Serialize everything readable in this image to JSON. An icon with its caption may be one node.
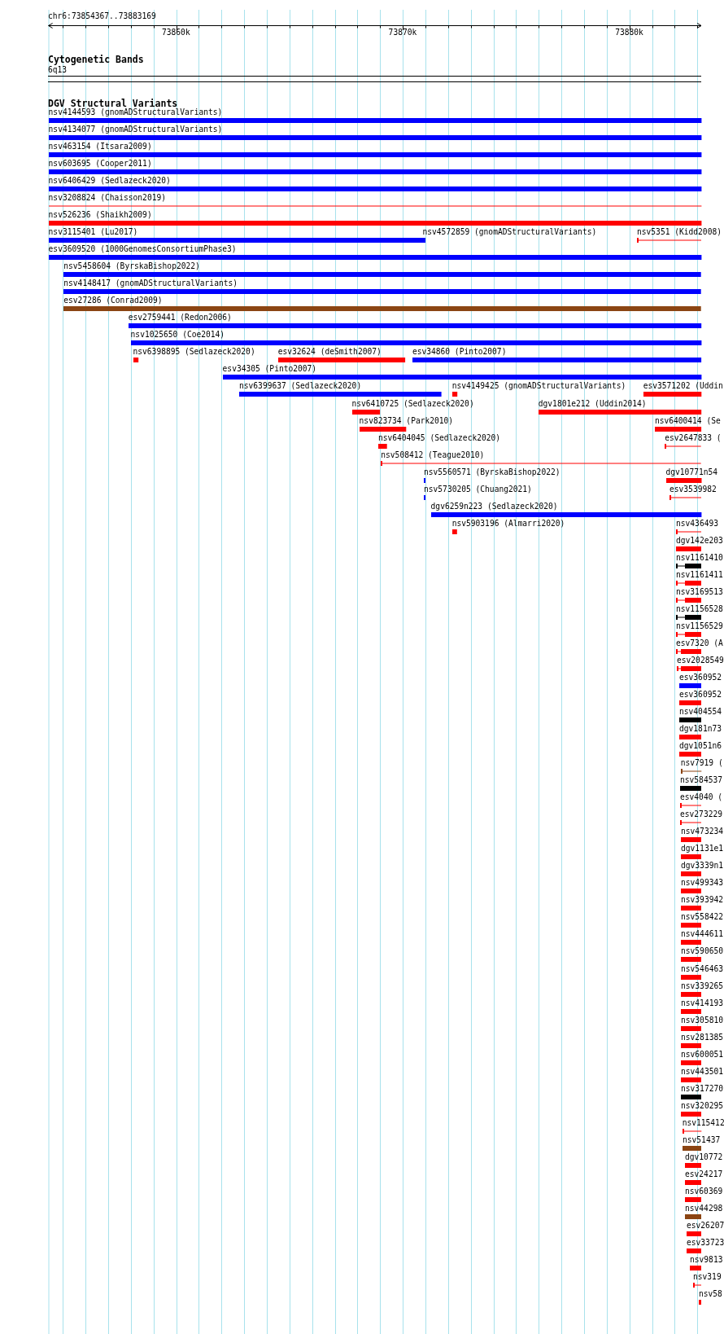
{
  "diagram": {
    "labels": [
      "chr6:73854367..73883169",
      "73860k",
      "73870k",
      "73880k",
      "Cytogenetic Bands",
      "DGV Structural Variants"
    ],
    "nodes": [
      {
        "text": [
          "6q13"
        ]
      },
      {
        "text": [
          "nsv4144593 (gnomADStructuralVariants)"
        ]
      },
      {
        "text": [
          "nsv4134077 (gnomADStructuralVariants)"
        ]
      },
      {
        "text": [
          "nsv463154 (Itsara2009)"
        ]
      },
      {
        "text": [
          "nsv603695 (Cooper2011)"
        ]
      },
      {
        "text": [
          "nsv6406429 (Sedlazeck2020)"
        ]
      },
      {
        "text": [
          "nsv3208824 (Chaisson2019)"
        ]
      },
      {
        "text": [
          "nsv526236 (Shaikh2009)"
        ]
      },
      {
        "text": [
          "nsv3115401 (Lu2017)"
        ]
      },
      {
        "text": [
          "nsv4572859 (gnomADStructuralVariants)"
        ]
      },
      {
        "text": [
          "nsv5351 (Kidd2008)"
        ]
      },
      {
        "text": [
          "esv3609520 (1000GenomesConsortiumPhase3)"
        ]
      },
      {
        "text": [
          "nsv5458604 (ByrskaBishop2022)"
        ]
      },
      {
        "text": [
          "nsv4148417 (gnomADStructuralVariants)"
        ]
      },
      {
        "text": [
          "esv27286 (Conrad2009)"
        ]
      },
      {
        "text": [
          "esv2759441 (Redon2006)"
        ]
      },
      {
        "text": [
          "nsv1025650 (Coe2014)"
        ]
      },
      {
        "text": [
          "nsv6398895 (Sedlazeck2020)"
        ]
      },
      {
        "text": [
          "esv32624 (deSmith2007)"
        ]
      },
      {
        "text": [
          "esv34860 (Pinto2007)"
        ]
      },
      {
        "text": [
          "esv34305 (Pinto2007)"
        ]
      },
      {
        "text": [
          "nsv6399637 (Sedlazeck2020)"
        ]
      },
      {
        "text": [
          "nsv4149425 (gnomADStructuralVariants)"
        ]
      },
      {
        "text": [
          "esv3571202 (Uddin"
        ]
      },
      {
        "text": [
          "nsv6410725 (Sedlazeck2020)"
        ]
      },
      {
        "text": [
          "dgv1801e212 (Uddin2014)"
        ]
      },
      {
        "text": [
          "nsv823734 (Park2010)"
        ]
      },
      {
        "text": [
          "nsv6400414 (Se"
        ]
      },
      {
        "text": [
          "nsv6404045 (Sedlazeck2020)"
        ]
      },
      {
        "text": [
          "esv2647833 ("
        ]
      },
      {
        "text": [
          "nsv508412 (Teague2010)"
        ]
      },
      {
        "text": [
          "nsv5560571 (ByrskaBishop2022)"
        ]
      },
      {
        "text": [
          "dgv10771n54"
        ]
      },
      {
        "text": [
          "nsv5730205 (Chuang2021)"
        ]
      },
      {
        "text": [
          "esv3539982"
        ]
      },
      {
        "text": [
          "dgv6259n223 (Sedlazeck2020)"
        ]
      },
      {
        "text": [
          "nsv5903196 (Almarri2020)"
        ]
      },
      {
        "text": [
          "nsv436493"
        ]
      },
      {
        "text": [
          "dgv142e203"
        ]
      },
      {
        "text": [
          "nsv1161410"
        ]
      },
      {
        "text": [
          "nsv1161411"
        ]
      },
      {
        "text": [
          "nsv3169513"
        ]
      },
      {
        "text": [
          "nsv1156528"
        ]
      },
      {
        "text": [
          "nsv1156529"
        ]
      },
      {
        "text": [
          "esv7320 (A"
        ]
      },
      {
        "text": [
          "esv2028549"
        ]
      },
      {
        "text": [
          "esv360952"
        ]
      },
      {
        "text": [
          "esv360952"
        ]
      },
      {
        "text": [
          "nsv404554"
        ]
      },
      {
        "text": [
          "dgv181n73"
        ]
      },
      {
        "text": [
          "dgv1051n6"
        ]
      },
      {
        "text": [
          "nsv7919 ("
        ]
      },
      {
        "text": [
          "nsv584537"
        ]
      },
      {
        "text": [
          "esv4040 ("
        ]
      },
      {
        "text": [
          "esv273229"
        ]
      },
      {
        "text": [
          "nsv473234"
        ]
      },
      {
        "text": [
          "dgv1131e1"
        ]
      },
      {
        "text": [
          "dgv3339n1"
        ]
      },
      {
        "text": [
          "nsv499343"
        ]
      },
      {
        "text": [
          "nsv393942"
        ]
      },
      {
        "text": [
          "nsv558422"
        ]
      },
      {
        "text": [
          "nsv444611"
        ]
      },
      {
        "text": [
          "nsv590650"
        ]
      },
      {
        "text": [
          "nsv546463"
        ]
      },
      {
        "text": [
          "nsv339265"
        ]
      },
      {
        "text": [
          "nsv414193"
        ]
      },
      {
        "text": [
          "nsv305810"
        ]
      },
      {
        "text": [
          "nsv281385"
        ]
      },
      {
        "text": [
          "nsv600051"
        ]
      },
      {
        "text": [
          "nsv443501"
        ]
      },
      {
        "text": [
          "nsv317270"
        ]
      },
      {
        "text": [
          "nsv320295"
        ]
      },
      {
        "text": [
          "nsv115412"
        ]
      },
      {
        "text": [
          "nsv51437"
        ]
      },
      {
        "text": [
          "dgv10772"
        ]
      },
      {
        "text": [
          "esv24217"
        ]
      },
      {
        "text": [
          "nsv60369"
        ]
      },
      {
        "text": [
          "nsv44298"
        ]
      },
      {
        "text": [
          "esv26207"
        ]
      },
      {
        "text": [
          "esv33723"
        ]
      },
      {
        "text": [
          "nsv9813"
        ]
      },
      {
        "text": [
          "nsv319"
        ]
      },
      {
        "text": [
          "nsv58"
        ]
      }
    ]
  }
}
